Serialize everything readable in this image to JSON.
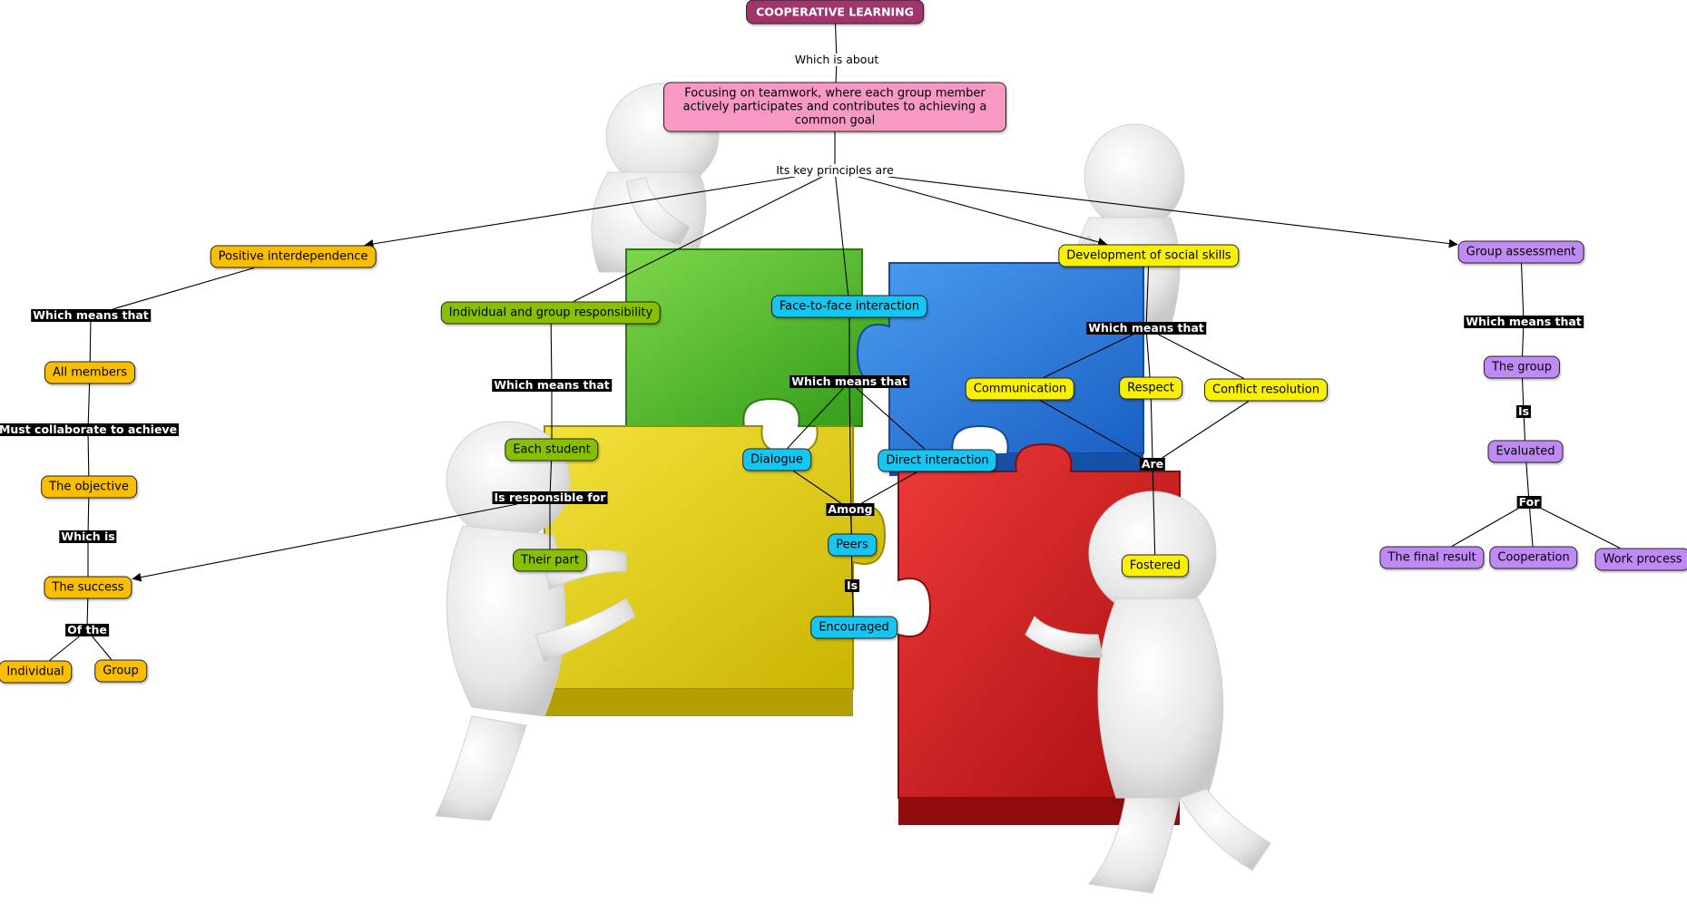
{
  "colors": {
    "root": "#a0356e",
    "pink": "#f898c4",
    "orange": "#f9be00",
    "green": "#88c000",
    "cyan": "#15c6f3",
    "yellow": "#f9f100",
    "purple": "#c08af5"
  },
  "illustration": {
    "description_icon": "jigsaw-puzzle-figures-icon"
  },
  "nodes": {
    "root": {
      "text": "COOPERATIVE LEARNING",
      "color": "root"
    },
    "focus": {
      "text": "Focusing on teamwork, where each group member actively participates and contributes to achieving a common goal",
      "color": "pink"
    },
    "pos_inter": {
      "text": "Positive interdependence",
      "color": "orange"
    },
    "all_members": {
      "text": "All members",
      "color": "orange"
    },
    "objective": {
      "text": "The objective",
      "color": "orange"
    },
    "success": {
      "text": "The success",
      "color": "orange"
    },
    "individual": {
      "text": "Individual",
      "color": "orange"
    },
    "group": {
      "text": "Group",
      "color": "orange"
    },
    "ind_resp": {
      "text": "Individual and group responsibility",
      "color": "green"
    },
    "each_student": {
      "text": "Each student",
      "color": "green"
    },
    "their_part": {
      "text": "Their part",
      "color": "green"
    },
    "face": {
      "text": "Face-to-face interaction",
      "color": "cyan"
    },
    "dialogue": {
      "text": "Dialogue",
      "color": "cyan"
    },
    "direct": {
      "text": "Direct interaction",
      "color": "cyan"
    },
    "peers": {
      "text": "Peers",
      "color": "cyan"
    },
    "encouraged": {
      "text": "Encouraged",
      "color": "cyan"
    },
    "social": {
      "text": "Development of social skills",
      "color": "yellow"
    },
    "communication": {
      "text": "Communication",
      "color": "yellow"
    },
    "respect": {
      "text": "Respect",
      "color": "yellow"
    },
    "conflict": {
      "text": "Conflict resolution",
      "color": "yellow"
    },
    "fostered": {
      "text": "Fostered",
      "color": "yellow"
    },
    "group_assess": {
      "text": "Group assessment",
      "color": "purple"
    },
    "the_group": {
      "text": "The group",
      "color": "purple"
    },
    "evaluated": {
      "text": "Evaluated",
      "color": "purple"
    },
    "final_result": {
      "text": "The final result",
      "color": "purple"
    },
    "cooperation": {
      "text": "Cooperation",
      "color": "purple"
    },
    "work_process": {
      "text": "Work process",
      "color": "purple"
    }
  },
  "labels": {
    "which_about": {
      "text": "Which is about",
      "style": "light"
    },
    "key_principles": {
      "text": "Its key principles are",
      "style": "light"
    },
    "wmt_pos": {
      "text": "Which means that",
      "style": "dark"
    },
    "must_collab": {
      "text": "Must collaborate to achieve",
      "style": "dark"
    },
    "which_is": {
      "text": "Which is",
      "style": "dark"
    },
    "of_the": {
      "text": "Of the",
      "style": "dark"
    },
    "wmt_ind": {
      "text": "Which means that",
      "style": "dark"
    },
    "is_resp": {
      "text": "Is responsible for",
      "style": "dark"
    },
    "wmt_face": {
      "text": "Which means that",
      "style": "dark"
    },
    "among": {
      "text": "Among",
      "style": "dark"
    },
    "is_enc": {
      "text": "Is",
      "style": "dark"
    },
    "wmt_social": {
      "text": "Which means that",
      "style": "dark"
    },
    "are": {
      "text": "Are",
      "style": "dark"
    },
    "wmt_group": {
      "text": "Which means that",
      "style": "dark"
    },
    "is_group": {
      "text": "Is",
      "style": "dark"
    },
    "for": {
      "text": "For",
      "style": "dark"
    }
  },
  "edges": [
    {
      "from": "root",
      "to": "which_about"
    },
    {
      "from": "which_about",
      "to": "focus"
    },
    {
      "from": "focus",
      "to": "key_principles"
    },
    {
      "from": "key_principles",
      "to": "pos_inter",
      "arrow": true
    },
    {
      "from": "key_principles",
      "to": "ind_resp"
    },
    {
      "from": "key_principles",
      "to": "face"
    },
    {
      "from": "key_principles",
      "to": "social",
      "arrow": true
    },
    {
      "from": "key_principles",
      "to": "group_assess",
      "arrow": true
    },
    {
      "from": "pos_inter",
      "to": "wmt_pos"
    },
    {
      "from": "wmt_pos",
      "to": "all_members"
    },
    {
      "from": "all_members",
      "to": "must_collab"
    },
    {
      "from": "must_collab",
      "to": "objective"
    },
    {
      "from": "objective",
      "to": "which_is"
    },
    {
      "from": "which_is",
      "to": "success"
    },
    {
      "from": "success",
      "to": "of_the"
    },
    {
      "from": "of_the",
      "to": "individual"
    },
    {
      "from": "of_the",
      "to": "group"
    },
    {
      "from": "ind_resp",
      "to": "wmt_ind"
    },
    {
      "from": "wmt_ind",
      "to": "each_student"
    },
    {
      "from": "each_student",
      "to": "is_resp"
    },
    {
      "from": "is_resp",
      "to": "their_part"
    },
    {
      "from": "is_resp",
      "to": "success",
      "arrow": true
    },
    {
      "from": "face",
      "to": "wmt_face"
    },
    {
      "from": "wmt_face",
      "to": "dialogue"
    },
    {
      "from": "wmt_face",
      "to": "direct"
    },
    {
      "from": "dialogue",
      "to": "among"
    },
    {
      "from": "direct",
      "to": "among"
    },
    {
      "from": "among",
      "to": "peers"
    },
    {
      "from": "wmt_face",
      "to": "is_enc"
    },
    {
      "from": "is_enc",
      "to": "encouraged"
    },
    {
      "from": "social",
      "to": "wmt_social"
    },
    {
      "from": "wmt_social",
      "to": "communication"
    },
    {
      "from": "wmt_social",
      "to": "respect"
    },
    {
      "from": "wmt_social",
      "to": "conflict"
    },
    {
      "from": "communication",
      "to": "are"
    },
    {
      "from": "conflict",
      "to": "are"
    },
    {
      "from": "respect",
      "to": "fostered"
    },
    {
      "from": "group_assess",
      "to": "wmt_group"
    },
    {
      "from": "wmt_group",
      "to": "the_group"
    },
    {
      "from": "the_group",
      "to": "is_group"
    },
    {
      "from": "is_group",
      "to": "evaluated"
    },
    {
      "from": "evaluated",
      "to": "for"
    },
    {
      "from": "for",
      "to": "final_result"
    },
    {
      "from": "for",
      "to": "cooperation"
    },
    {
      "from": "for",
      "to": "work_process"
    }
  ]
}
